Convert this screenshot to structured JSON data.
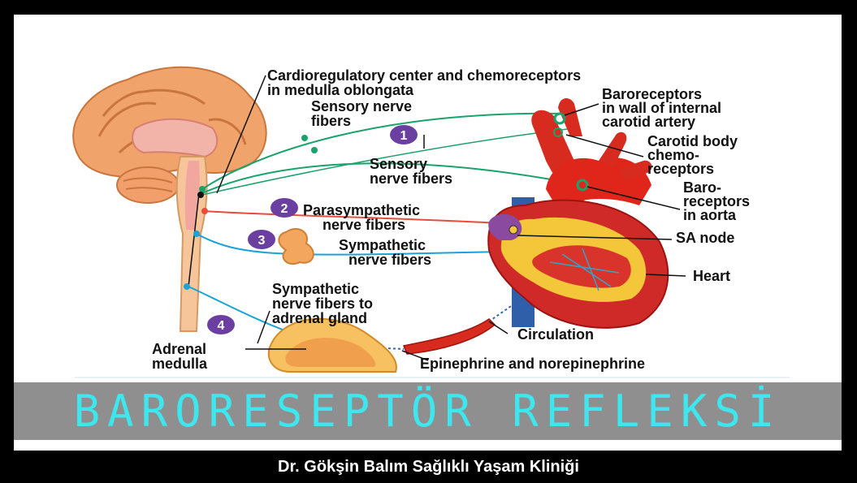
{
  "labels": {
    "cardio_line1": "Cardioregulatory center and chemoreceptors",
    "cardio_line2": "in medulla oblongata",
    "sensory1_line1": "Sensory nerve",
    "sensory1_line2": "fibers",
    "sensory2_line1": "Sensory",
    "sensory2_line2": "nerve fibers",
    "baro_carotid_line1": "Baroreceptors",
    "baro_carotid_line2": "in wall of internal",
    "baro_carotid_line3": "carotid artery",
    "carotid_body_line1": "Carotid body",
    "carotid_body_line2": "chemo-",
    "carotid_body_line3": "receptors",
    "baro_aorta_line1": "Baro-",
    "baro_aorta_line2": "receptors",
    "baro_aorta_line3": "in aorta",
    "parasym_line1": "Parasympathetic",
    "parasym_line2": "nerve fibers",
    "sa_node": "SA node",
    "sym_line1": "Sympathetic",
    "sym_line2": "nerve fibers",
    "heart": "Heart",
    "sym_adrenal_line1": "Sympathetic",
    "sym_adrenal_line2": "nerve fibers to",
    "sym_adrenal_line3": "adrenal gland",
    "adrenal_line1": "Adrenal",
    "adrenal_line2": "medulla",
    "circulation": "Circulation",
    "epinephrine": "Epinephrine and norepinephrine"
  },
  "markers": {
    "m1": "1",
    "m2": "2",
    "m3": "3",
    "m4": "4"
  },
  "title": "BARORESEPTÖR REFLEKSİ",
  "footer": "Dr. Gökşin Balım Sağlıklı Yaşam Kliniği",
  "colors": {
    "marker": "#6b3fa0",
    "sensory": "#19a36b",
    "parasympathetic": "#e84c3d",
    "sympathetic": "#1aa3d6",
    "title": "#3ee6ee",
    "title_band": "#8f8f8f"
  }
}
